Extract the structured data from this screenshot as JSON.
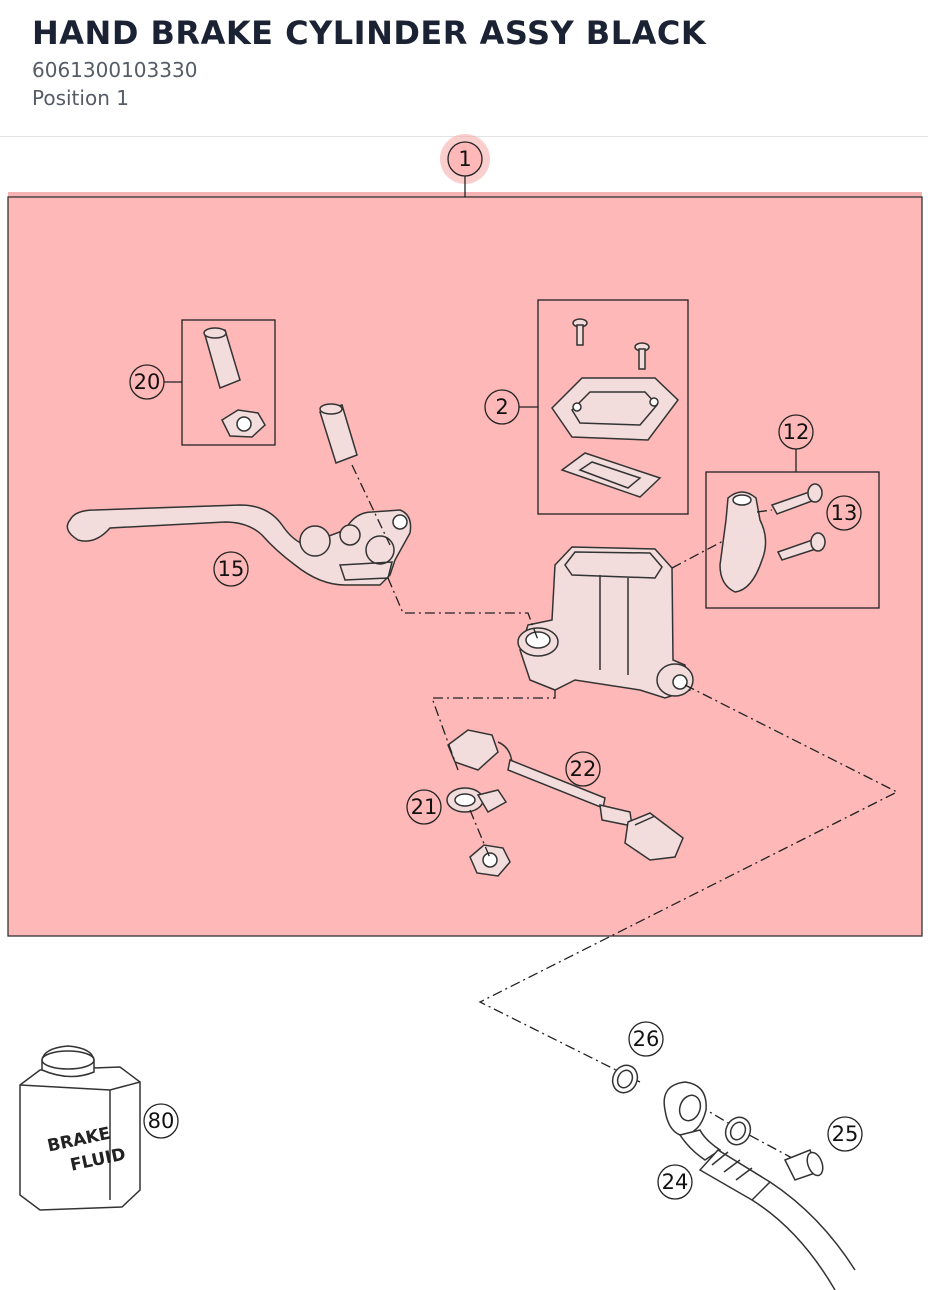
{
  "header": {
    "title": "HAND BRAKE CYLINDER ASSY BLACK",
    "part_number": "6061300103330",
    "position": "Position 1"
  },
  "callouts": {
    "c1": "1",
    "c2": "2",
    "c12": "12",
    "c13": "13",
    "c15": "15",
    "c20": "20",
    "c21": "21",
    "c22": "22",
    "c24": "24",
    "c25": "25",
    "c26": "26",
    "c80": "80"
  },
  "can_label": {
    "line1": "BRAKE",
    "line2": "FLUID"
  },
  "colors": {
    "highlight": "#ffb8b8",
    "highlight_halo": "#f5a8a8",
    "title": "#1b2233",
    "subtitle": "#555c66"
  }
}
